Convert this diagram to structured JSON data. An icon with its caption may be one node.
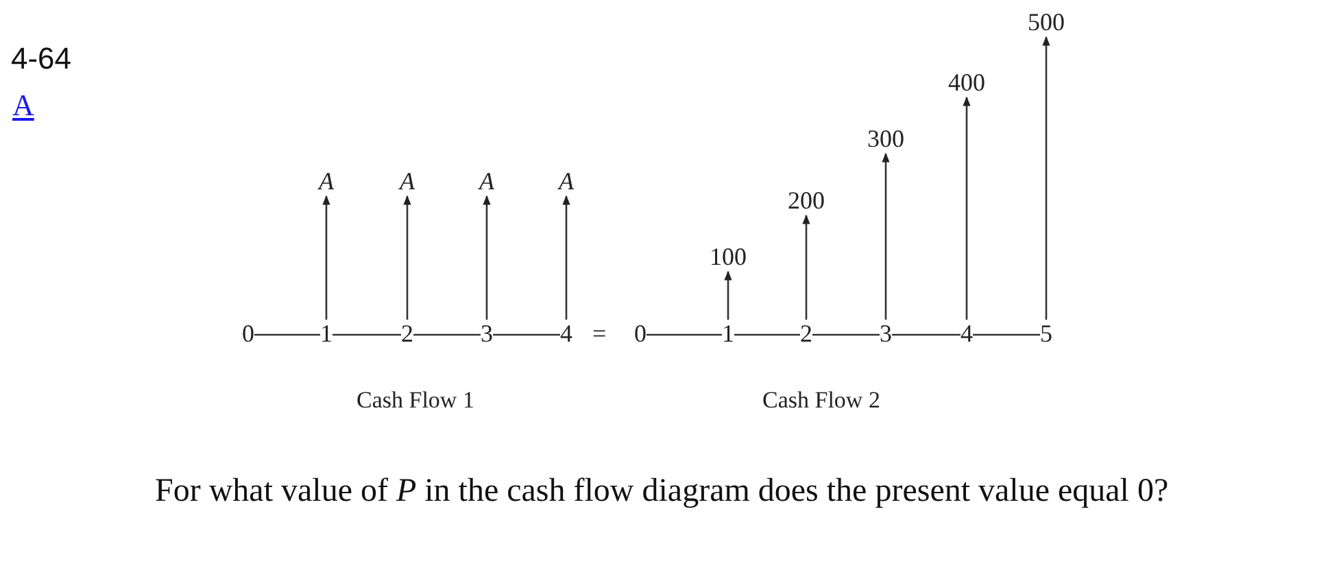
{
  "diagram": {
    "nodes": [
      {
        "text": [
          "0"
        ]
      },
      {
        "text": [
          "1"
        ]
      },
      {
        "text": [
          "2"
        ]
      },
      {
        "text": [
          "3"
        ]
      },
      {
        "text": [
          "4"
        ]
      },
      {
        "text": [
          "A"
        ]
      },
      {
        "text": [
          "A"
        ]
      },
      {
        "text": [
          "A"
        ]
      },
      {
        "text": [
          "A"
        ]
      },
      {
        "text": [
          "0"
        ]
      },
      {
        "text": [
          "1"
        ]
      },
      {
        "text": [
          "2"
        ]
      },
      {
        "text": [
          "3"
        ]
      },
      {
        "text": [
          "4"
        ]
      },
      {
        "text": [
          "5"
        ]
      },
      {
        "text": [
          "100"
        ]
      },
      {
        "text": [
          "200"
        ]
      },
      {
        "text": [
          "300"
        ]
      },
      {
        "text": [
          "400"
        ]
      },
      {
        "text": [
          "500"
        ]
      }
    ],
    "edges": [
      {
        "from": 0,
        "to": 1,
        "arrow": "none"
      },
      {
        "from": 1,
        "to": 2,
        "arrow": "none"
      },
      {
        "from": 2,
        "to": 3,
        "arrow": "none"
      },
      {
        "from": 3,
        "to": 4,
        "arrow": "none"
      },
      {
        "from": 1,
        "to": 5,
        "arrow": "to"
      },
      {
        "from": 2,
        "to": 6,
        "arrow": "to"
      },
      {
        "from": 3,
        "to": 7,
        "arrow": "to"
      },
      {
        "from": 4,
        "to": 8,
        "arrow": "to"
      },
      {
        "from": 9,
        "to": 10,
        "arrow": "none"
      },
      {
        "from": 10,
        "to": 11,
        "arrow": "none"
      },
      {
        "from": 11,
        "to": 12,
        "arrow": "none"
      },
      {
        "from": 12,
        "to": 13,
        "arrow": "none"
      },
      {
        "from": 13,
        "to": 14,
        "arrow": "none"
      },
      {
        "from": 10,
        "to": 15,
        "arrow": "to"
      },
      {
        "from": 11,
        "to": 16,
        "arrow": "to"
      },
      {
        "from": 12,
        "to": 17,
        "arrow": "to"
      },
      {
        "from": 13,
        "to": 18,
        "arrow": "to"
      },
      {
        "from": 14,
        "to": 19,
        "arrow": "to"
      }
    ],
    "labels": [
      "4-64",
      "A",
      "=",
      "Cash Flow 1",
      "Cash Flow 2",
      "For what value of *P* in the cash flow diagram does the present value equal 0?"
    ]
  }
}
